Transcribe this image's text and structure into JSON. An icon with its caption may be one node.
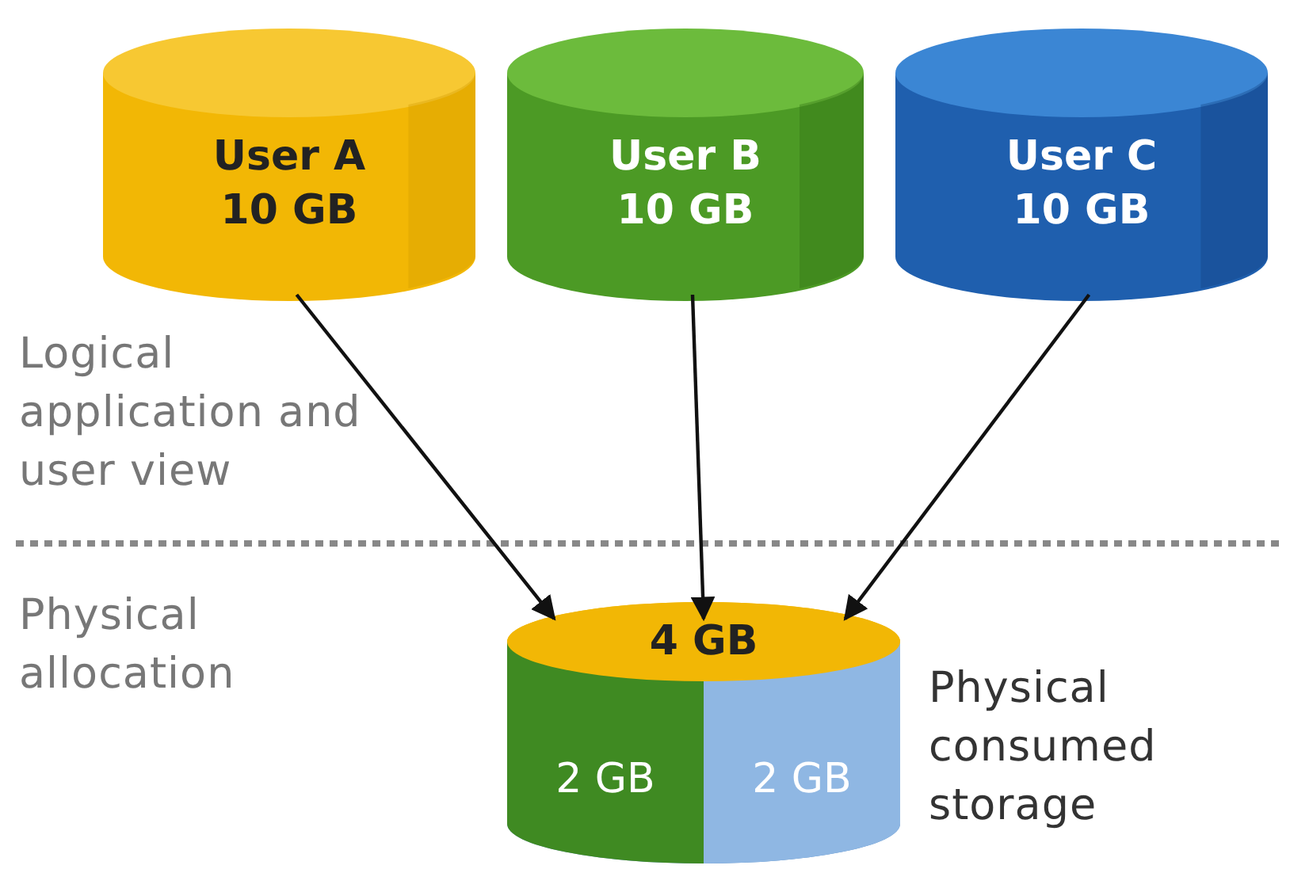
{
  "diagram": {
    "nodes": [
      {
        "text": [
          "User A",
          "10 GB"
        ]
      },
      {
        "text": [
          "User B",
          "10 GB"
        ]
      },
      {
        "text": [
          "User C",
          "10 GB"
        ]
      },
      {
        "text": [
          "4 GB"
        ],
        "beside": [
          "Physical consumed storage"
        ]
      },
      {
        "text": [
          "2 GB"
        ],
        "in": 3
      },
      {
        "text": [
          "2 GB"
        ],
        "in": 3
      }
    ],
    "edges": [
      {
        "from": 0,
        "to": 3,
        "arrow": "to"
      },
      {
        "from": 1,
        "to": 3,
        "arrow": "to"
      },
      {
        "from": 2,
        "to": 3,
        "arrow": "to"
      }
    ],
    "labels": [
      "Logical application and user view",
      "Physical allocation"
    ]
  }
}
